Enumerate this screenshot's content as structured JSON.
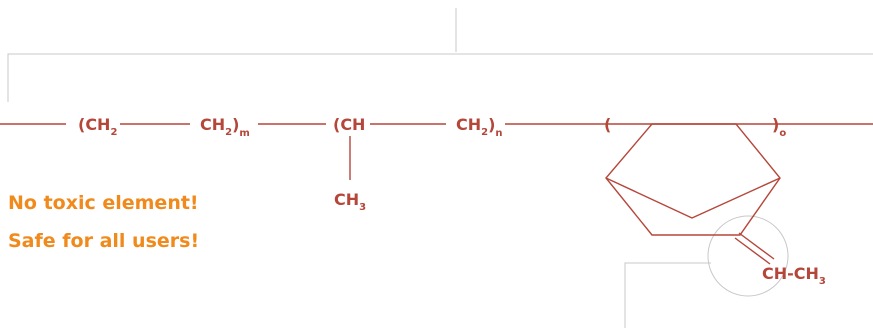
{
  "formula": {
    "group1_open": "(CH",
    "group1_open_sub": "2",
    "group1_close": "CH",
    "group1_close_sub": "2",
    "group1_close_paren": ")",
    "group1_index": "m",
    "group2_open": "(CH",
    "group2_close": "CH",
    "group2_close_sub": "2",
    "group2_close_paren": ")",
    "group2_index": "n",
    "methyl": "CH",
    "methyl_sub": "3",
    "group3_open": "(",
    "group3_close": ")",
    "group3_index": "o",
    "ethylidene": "CH-CH",
    "ethylidene_sub": "3"
  },
  "callouts": [
    "No toxic element!",
    "Safe for all users!"
  ],
  "colors": {
    "formula": "#b5463a",
    "callout": "#f08a1c",
    "guide_lines": "#c8c8c8"
  }
}
